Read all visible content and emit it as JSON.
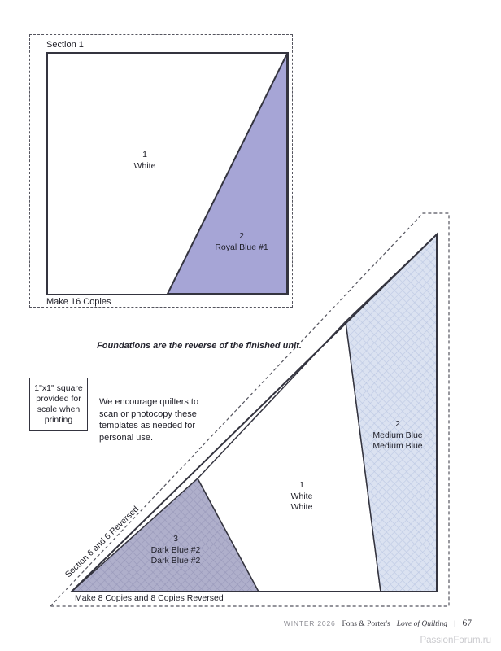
{
  "section1": {
    "title": "Section 1",
    "make_note": "Make 16 Copies",
    "white_region": {
      "num": "1",
      "name": "White"
    },
    "blue_region": {
      "num": "2",
      "name": "Royal Blue #1"
    }
  },
  "middle": {
    "reverse_note": "Foundations are the reverse of the finished unit.",
    "scale_box": {
      "line1": "1\"x1\" square",
      "line2": "provided for",
      "line3": "scale when",
      "line4": "printing"
    },
    "copy_note": {
      "line1": "We encourage quilters to",
      "line2": "scan or photocopy these",
      "line3": "templates as needed for",
      "line4": "personal use."
    }
  },
  "section6": {
    "title": "Section 6 and 6 Reversed",
    "make_note": "Make 8 Copies and 8 Copies Reversed",
    "dark_region": {
      "num": "3",
      "line1": "Dark Blue #2",
      "line2": "Dark Blue #2"
    },
    "white_region": {
      "num": "1",
      "line1": "White",
      "line2": "White"
    },
    "medium_region": {
      "num": "2",
      "line1": "Medium Blue",
      "line2": "Medium Blue"
    }
  },
  "footer": {
    "issue": "WINTER 2026",
    "brand": "Fons & Porter's",
    "magazine": "Love of Quilting",
    "divider": "|",
    "page_number": "67"
  },
  "watermark": "PassionForum.ru",
  "colors": {
    "outline": "#34343f",
    "royal_blue": "#a6a5d6",
    "medium_blue_base": "#dbe2f1",
    "medium_blue_line": "#bcc8e3",
    "dark_blue_base": "#afafcb",
    "dark_blue_line": "#9898ba",
    "white_region": "#ffffff"
  }
}
